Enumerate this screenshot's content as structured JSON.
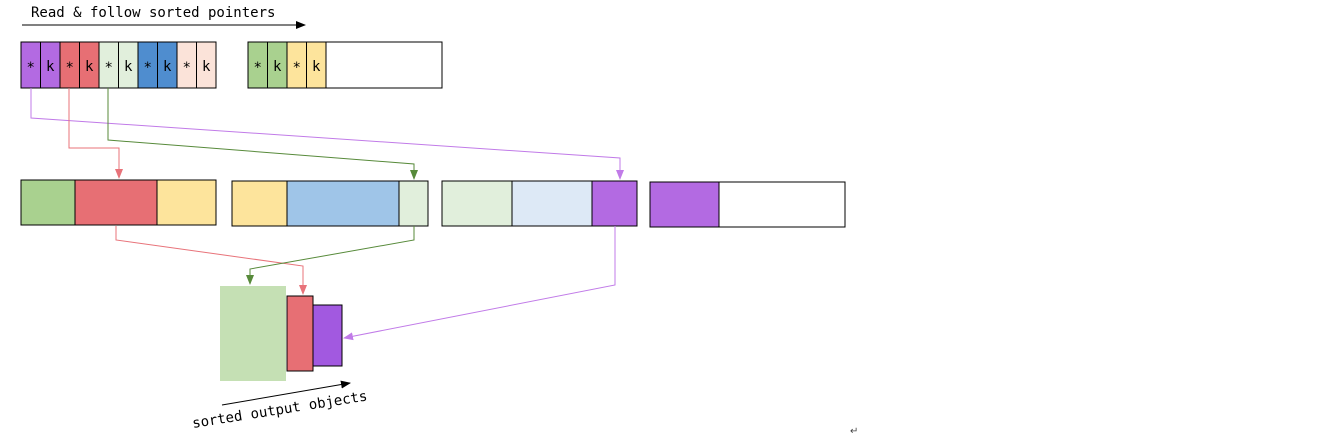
{
  "header": {
    "label": "Read & follow sorted pointers"
  },
  "footer": {
    "label": "sorted output objects"
  },
  "end_mark": "↵",
  "pointer_cells": [
    {
      "glyph": "*",
      "color": "#b36ae2"
    },
    {
      "glyph": "k",
      "color": "#b36ae2"
    },
    {
      "glyph": "*",
      "color": "#e76f74"
    },
    {
      "glyph": "k",
      "color": "#e76f74"
    },
    {
      "glyph": "*",
      "color": "#e1efdc"
    },
    {
      "glyph": "k",
      "color": "#e1efdc"
    },
    {
      "glyph": "*",
      "color": "#4f8dcf"
    },
    {
      "glyph": "k",
      "color": "#4f8dcf"
    },
    {
      "glyph": "*",
      "color": "#fbe3d9"
    },
    {
      "glyph": "k",
      "color": "#fbe3d9"
    }
  ],
  "pointer_cells_2": [
    {
      "glyph": "*",
      "color": "#a9d18f"
    },
    {
      "glyph": "k",
      "color": "#a9d18f"
    },
    {
      "glyph": "*",
      "color": "#fde49c"
    },
    {
      "glyph": "k",
      "color": "#fde49c"
    }
  ],
  "colors": {
    "green": "#a9d18f",
    "red": "#e76f74",
    "yellow": "#fde49c",
    "blue": "#9fc5e8",
    "light_green": "#e1efdc",
    "light_blue": "#dde9f6",
    "purple": "#b36ae2",
    "output_green": "#c5e0b4",
    "output_purple": "#a259e0",
    "arrow_purple": "#c17be8",
    "arrow_red": "#e8737a",
    "arrow_green": "#578a3a"
  }
}
